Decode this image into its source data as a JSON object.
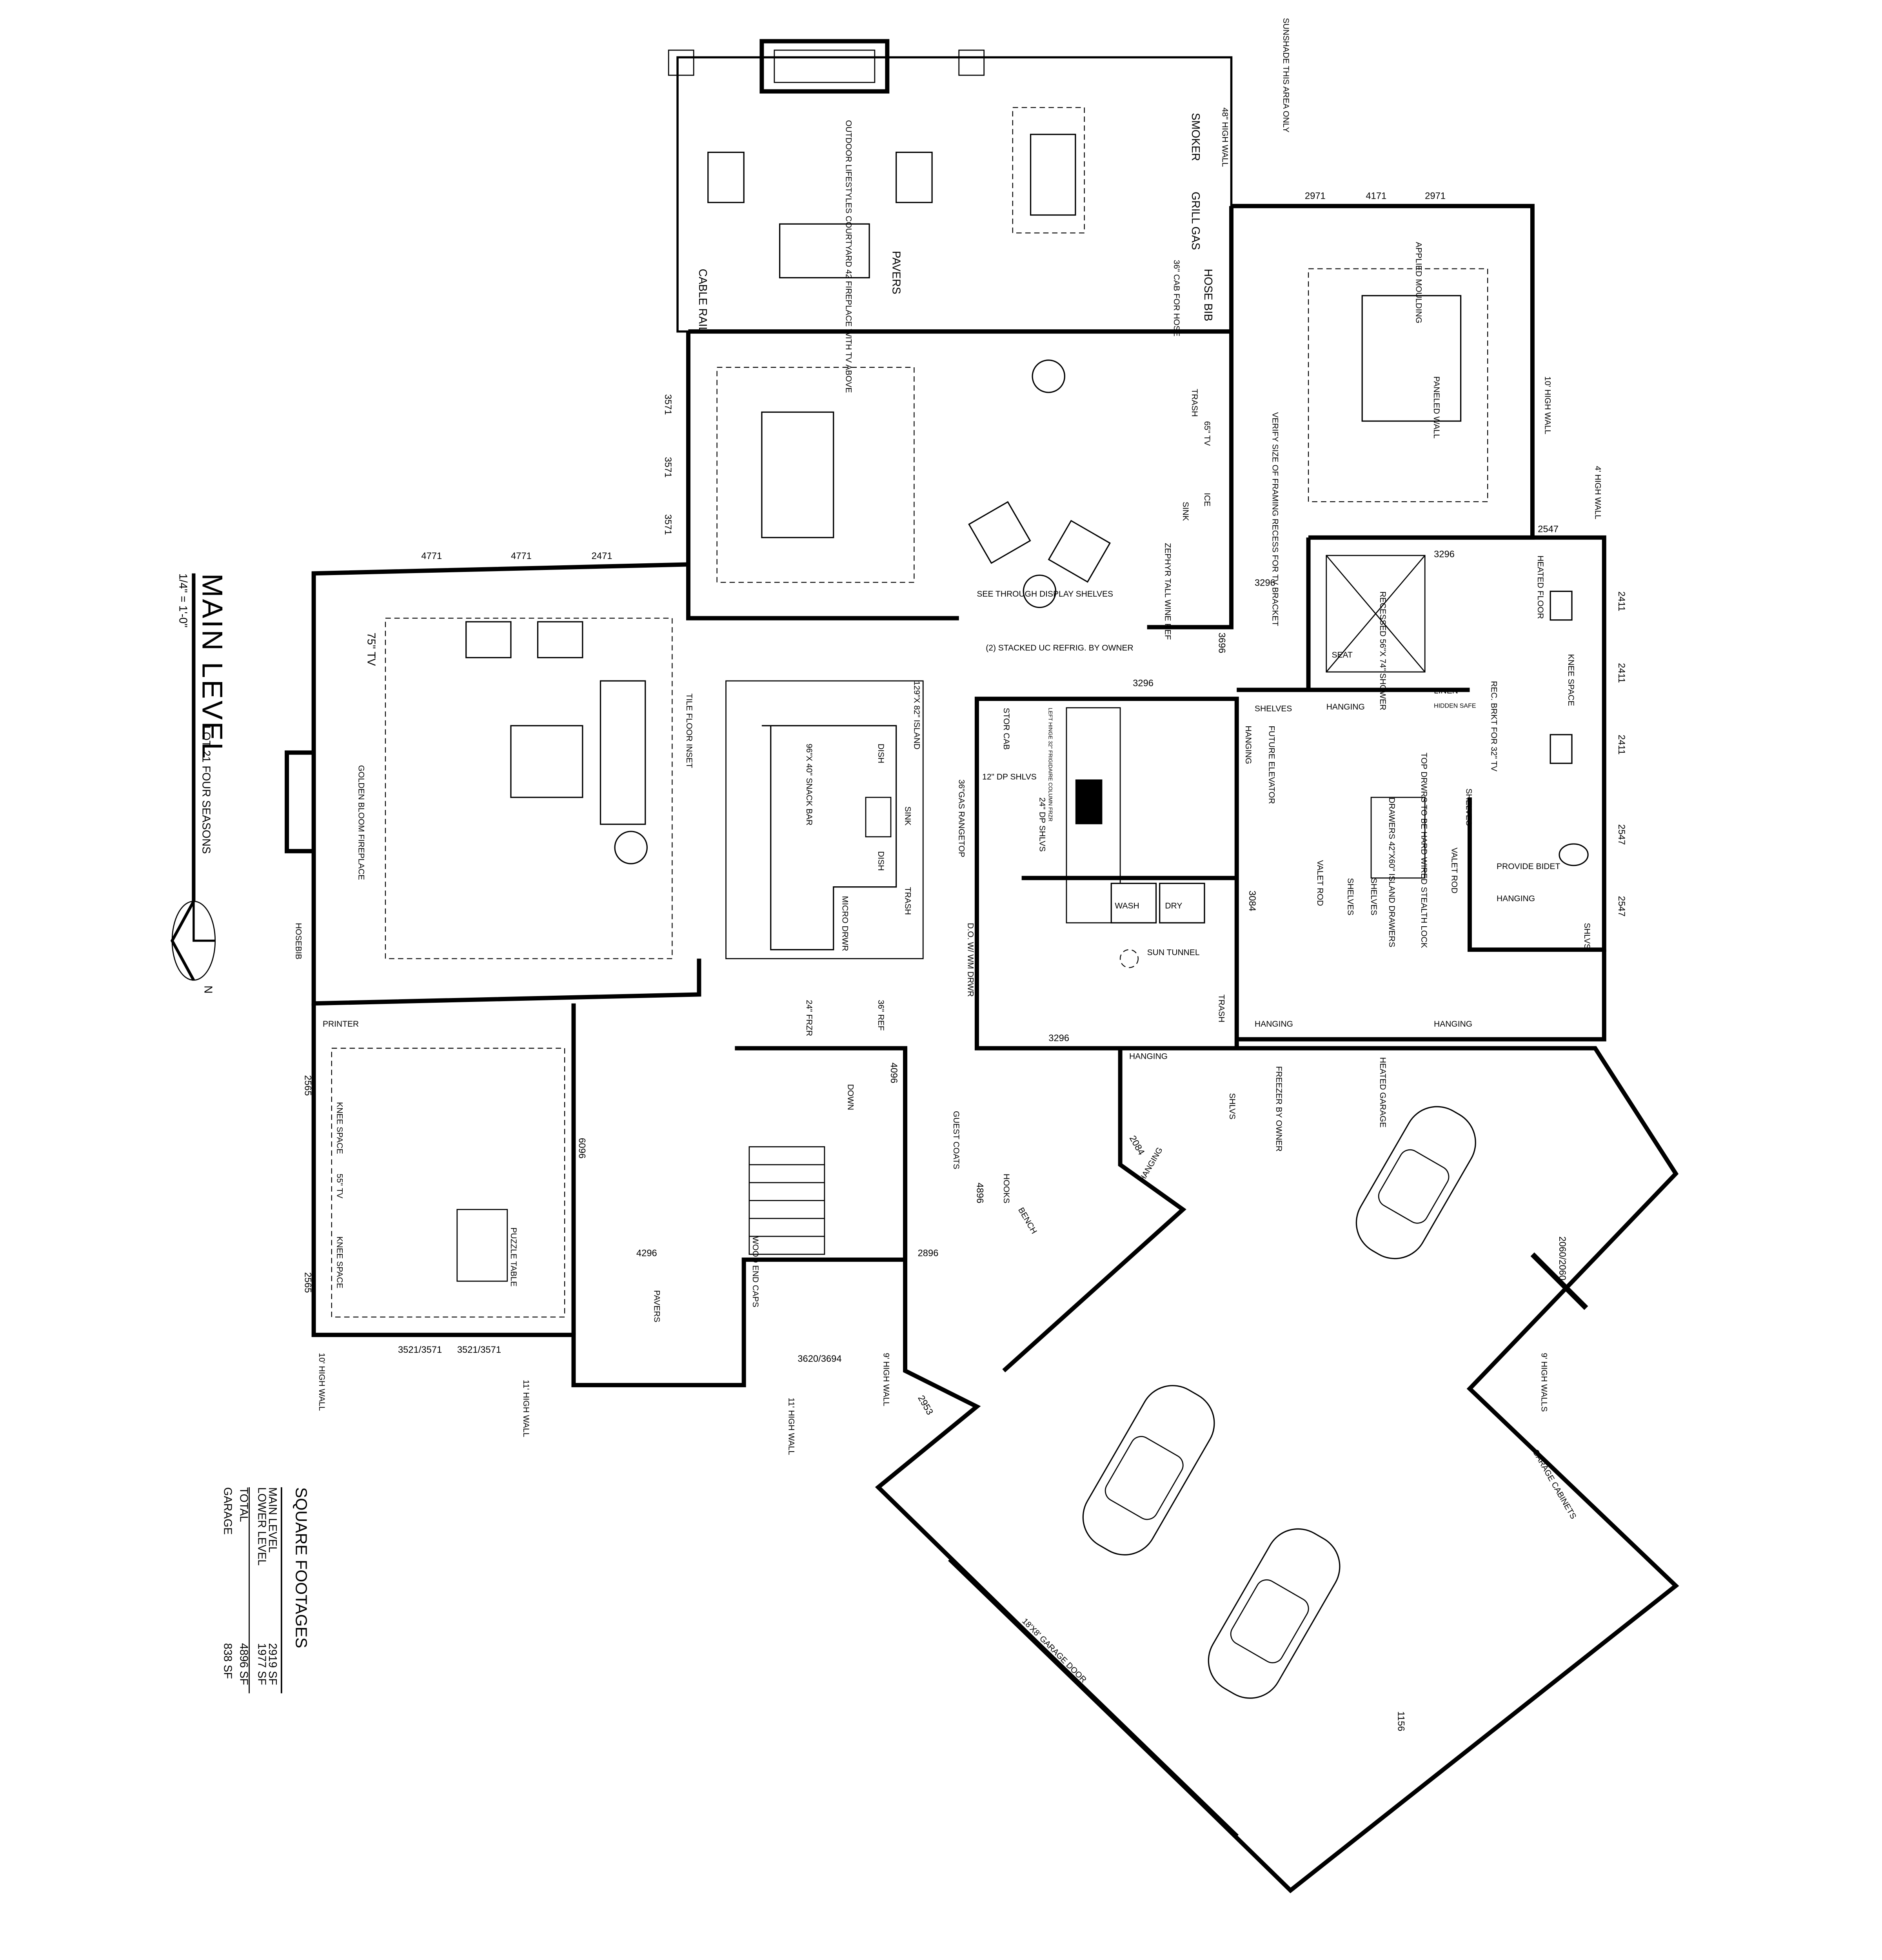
{
  "title": {
    "name": "MAIN LEVEL",
    "scale": "1/4\" = 1'-0\"",
    "project": "LOT 21 FOUR SEASONS",
    "north": "N"
  },
  "square_footages": {
    "heading": "SQUARE FOOTAGES",
    "rows": [
      {
        "label": "MAIN LEVEL",
        "value": "2919 SF"
      },
      {
        "label": "LOWER LEVEL",
        "value": "1977 SF"
      },
      {
        "label": "TOTAL",
        "value": "4896 SF"
      },
      {
        "label": "GARAGE",
        "value": "838 SF"
      }
    ]
  },
  "labels": {
    "outdoor_fireplace": "OUTDOOR LIFESTYLES COURTYARD 42 FIREPLACE WITH TV ABOVE",
    "pavers_courtyard": "PAVERS",
    "cable_rail": "CABLE RAIL",
    "smoker": "SMOKER",
    "grill": "GRILL GAS",
    "hose_bib": "HOSE BIB",
    "cab_hose": "36\" CAB FOR HOSE",
    "high_wall_48": "48\" HIGH WALL",
    "sunshade": "SUNSHADE THIS AREA ONLY",
    "applied_moulding": "APPLIED MOULDING",
    "paneled_wall": "PANELED WALL",
    "verify_recess": "VERIFY SIZE OF FRAMING RECESS FOR TV BRACKET",
    "high_wall_10_master": "10' HIGH WALL",
    "high_wall_4": "4' HIGH WALL",
    "tv_65": "65\" TV",
    "ice": "ICE",
    "sink_bar": "SINK",
    "trash_bar": "TRASH",
    "wine_ref": "ZEPHYR TALL WINE REF",
    "see_through": "SEE THROUGH DISPLAY SHELVES",
    "stacked_refrig": "(2) STACKED UC REFRIG. BY OWNER",
    "tv_75": "75\" TV",
    "golden_fireplace": "GOLDEN BLOOM FIREPLACE",
    "tile_floor": "TILE FLOOR INSET",
    "island": "129\"X 82\" ISLAND",
    "snack_bar": "96\"X 40\" SNACK BAR",
    "dish1": "DISH",
    "sink": "SINK",
    "dish2": "DISH",
    "trash": "TRASH",
    "micro": "MICRO DRWR",
    "stor_cab": "STOR CAB",
    "column_frzr": "LEFT HINGE 32\" FRIGIDAIRE COLUMN FRZR",
    "dp_24": "24\" DP SHLVS",
    "dp_12": "12\" DP SHLVS",
    "rangetop": "36\"GAS RANGETOP",
    "dow_drwr": "D.O. W/ WM DRWR",
    "frzr_24": "24\" FRZR",
    "ref_36": "36\" REF",
    "hosebib": "HOSEBIB",
    "printer": "PRINTER",
    "knee_space1": "KNEE SPACE",
    "knee_space2": "KNEE SPACE",
    "tv_55": "55\" TV",
    "puzzle_table": "PUZZLE TABLE",
    "pavers_entry": "PAVERS",
    "wood_caps": "WOOD END CAPS",
    "down": "DOWN",
    "guest_coats": "GUEST COATS",
    "hooks": "HOOKS",
    "bench": "BENCH",
    "wash": "WASH",
    "dry": "DRY",
    "sun_tunnel": "SUN TUNNEL",
    "trash_laundry": "TRASH",
    "future_elevator": "FUTURE ELEVATOR",
    "shelves1": "SHELVES",
    "hanging1": "HANGING",
    "hanging2": "HANGING",
    "recessed_shower": "RECESSED 56\"X 74\" SHOWER",
    "seat": "SEAT",
    "linen": "LINEN",
    "hidden_safe": "HIDDEN SAFE",
    "rec_brkt": "REC. BRKT FOR 32\" TV",
    "heated_floor": "HEATED FLOOR",
    "knee_space_bath": "KNEE SPACE",
    "provide_bidet": "PROVIDE BIDET",
    "top_drwrs": "TOP DRWRS TO BE HARD WIRED STEALTH LOCK",
    "island_drawers": "DRAWERS 42\"X60\" ISLAND DRAWERS",
    "valet_rod1": "VALET ROD",
    "valet_rod2": "VALET ROD",
    "shelves2": "SHELVES",
    "shelves3": "SHELVES",
    "shelves4": "SHELVES",
    "shlvs5": "SHLVS",
    "hanging3": "HANGING",
    "hanging4": "HANGING",
    "hanging5": "HANGING",
    "hanging6": "HANGING",
    "hanging7": "HANGING",
    "shlvs_mud": "SHLVS",
    "heated_garage": "HEATED GARAGE",
    "freezer_owner": "FREEZER BY OWNER",
    "garage_cabinets": "GARAGE CABINETS",
    "high_walls_9": "9' HIGH WALLS",
    "garage_door": "18'X8' GARAGE DOOR",
    "high_wall_10_office": "10' HIGH WALL",
    "high_wall_11a": "11' HIGH WALL",
    "high_wall_11b": "11' HIGH WALL",
    "high_wall_9": "9' HIGH WALL"
  },
  "dimensions": {
    "d_2971a": "2971",
    "d_4171": "4171",
    "d_2971b": "2971",
    "d_4771a": "4771",
    "d_4771b": "4771",
    "d_2471": "2471",
    "d_3571a": "3571",
    "d_3571b": "3571",
    "d_3571c": "3571",
    "d_2547a": "2547",
    "d_2547b": "2547",
    "d_2547c": "2547",
    "d_2411a": "2411",
    "d_2411b": "2411",
    "d_2411c": "2411",
    "d_3296a": "3296",
    "d_3296b": "3296",
    "d_3296c": "3296",
    "d_3296d": "3296",
    "d_3696": "3696",
    "d_3084": "3084",
    "d_2084": "2084",
    "d_2565a": "2565",
    "d_2565b": "2565",
    "d_3521a": "3521/3571",
    "d_3521b": "3521/3571",
    "d_3620": "3620/3694",
    "d_2953": "2953",
    "d_6096": "6096",
    "d_4296": "4296",
    "d_4096": "4096",
    "d_4896": "4896",
    "d_2896": "2896",
    "d_1156": "1156",
    "d_2060": "2060/2060"
  }
}
